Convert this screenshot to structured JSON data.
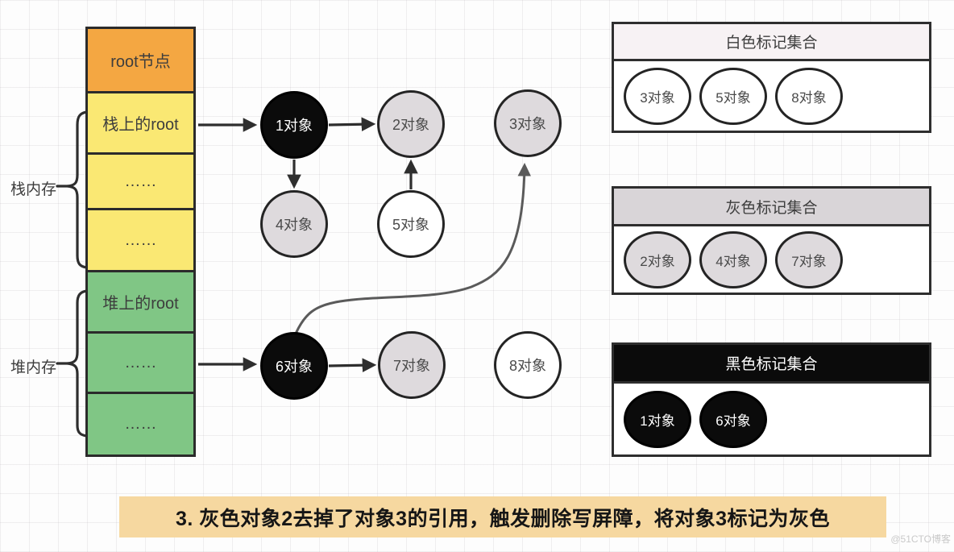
{
  "memory": {
    "stack_label": "栈内存",
    "heap_label": "堆内存",
    "blocks": [
      {
        "label": "root节点",
        "color": "#f4a742"
      },
      {
        "label": "栈上的root",
        "color": "#fae873"
      },
      {
        "label": "……",
        "color": "#fae873"
      },
      {
        "label": "……",
        "color": "#fae873"
      },
      {
        "label": "堆上的root",
        "color": "#80c685"
      },
      {
        "label": "……",
        "color": "#80c685"
      },
      {
        "label": "……",
        "color": "#80c685"
      }
    ]
  },
  "graph": {
    "nodes": [
      {
        "label": "1对象",
        "color": "black"
      },
      {
        "label": "2对象",
        "color": "gray"
      },
      {
        "label": "3对象",
        "color": "gray"
      },
      {
        "label": "4对象",
        "color": "gray"
      },
      {
        "label": "5对象",
        "color": "white"
      },
      {
        "label": "6对象",
        "color": "black"
      },
      {
        "label": "7对象",
        "color": "gray"
      },
      {
        "label": "8对象",
        "color": "white"
      }
    ],
    "edges": [
      "栈上的root → 1对象",
      "1对象 → 2对象",
      "1对象 → 4对象",
      "5对象 → 2对象",
      "堆内存…… → 6对象",
      "6对象 → 7对象",
      "6对象 ⤳ 3对象 (曲线)"
    ]
  },
  "sets": [
    {
      "title": "白色标记集合",
      "style": "white",
      "items": [
        "3对象",
        "5对象",
        "8对象"
      ]
    },
    {
      "title": "灰色标记集合",
      "style": "gray",
      "items": [
        "2对象",
        "4对象",
        "7对象"
      ]
    },
    {
      "title": "黑色标记集合",
      "style": "black",
      "items": [
        "1对象",
        "6对象"
      ]
    }
  ],
  "caption": "3. 灰色对象2去掉了对象3的引用，触发删除写屏障，将对象3标记为灰色",
  "watermark": "@51CTO博客",
  "colors": {
    "root_block": "#f4a742",
    "stack_block": "#fae873",
    "heap_block": "#80c685",
    "gray_node": "#dedadd",
    "black_node": "#0b0b0b",
    "white_node": "#ffffff",
    "banner": "#f6d8a0",
    "arrow": "#2e2e2e",
    "curve_arrow": "#5a5a5a"
  }
}
